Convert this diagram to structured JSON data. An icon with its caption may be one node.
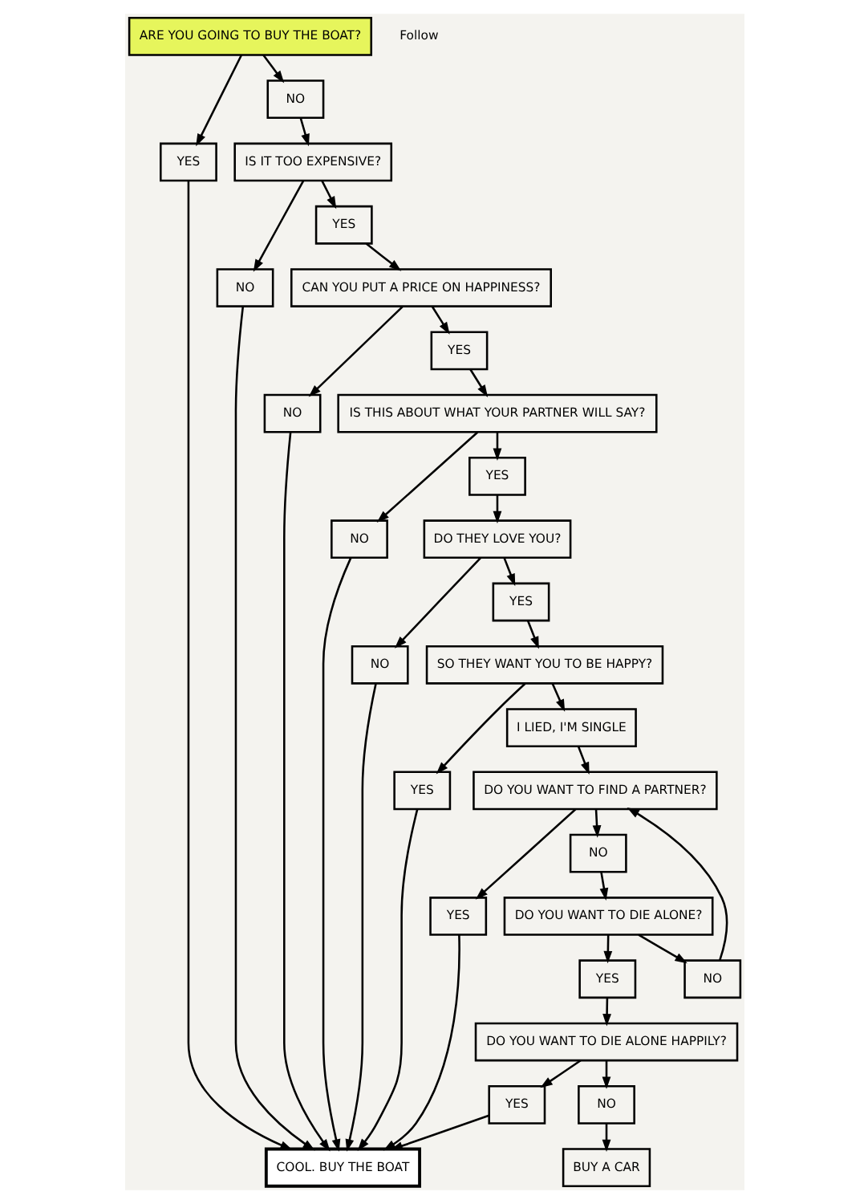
{
  "diagram": {
    "nodes": [
      {
        "text": [
          "ARE YOU GOING TO BUY THE BOAT?"
        ]
      },
      {
        "text": [
          "NO"
        ]
      },
      {
        "text": [
          "YES"
        ]
      },
      {
        "text": [
          "IS IT TOO EXPENSIVE?"
        ]
      },
      {
        "text": [
          "YES"
        ]
      },
      {
        "text": [
          "NO"
        ]
      },
      {
        "text": [
          "COOL. BUY THE BOAT"
        ]
      },
      {
        "text": [
          "CAN YOU PUT A PRICE ON HAPPINESS?"
        ]
      },
      {
        "text": [
          "YES"
        ]
      },
      {
        "text": [
          "NO"
        ]
      },
      {
        "text": [
          "IS THIS ABOUT WHAT YOUR PARTNER WILL SAY?"
        ]
      },
      {
        "text": [
          "YES"
        ]
      },
      {
        "text": [
          "NO"
        ]
      },
      {
        "text": [
          "DO THEY LOVE YOU?"
        ]
      },
      {
        "text": [
          "NO"
        ]
      },
      {
        "text": [
          "YES"
        ]
      },
      {
        "text": [
          "SO THEY WANT YOU TO BE HAPPY?"
        ]
      },
      {
        "text": [
          "YES"
        ]
      },
      {
        "text": [
          "I LIED, I'M SINGLE"
        ]
      },
      {
        "text": [
          "DO YOU WANT TO FIND A PARTNER?"
        ]
      },
      {
        "text": [
          "YES"
        ]
      },
      {
        "text": [
          "NO"
        ]
      },
      {
        "text": [
          "DO YOU WANT TO DIE ALONE?"
        ]
      },
      {
        "text": [
          "NO"
        ]
      },
      {
        "text": [
          "YES"
        ]
      },
      {
        "text": [
          "DO YOU WANT TO DIE ALONE HAPPILY?"
        ]
      },
      {
        "text": [
          "YES"
        ]
      },
      {
        "text": [
          "NO"
        ]
      },
      {
        "text": [
          "BUY A CAR"
        ]
      }
    ],
    "edges": [
      {
        "from": 0,
        "to": 1,
        "arrow": "to"
      },
      {
        "from": 0,
        "to": 2,
        "arrow": "to"
      },
      {
        "from": 1,
        "to": 3,
        "arrow": "to"
      },
      {
        "from": 2,
        "to": 6,
        "arrow": "to"
      },
      {
        "from": 3,
        "to": 4,
        "arrow": "to"
      },
      {
        "from": 3,
        "to": 5,
        "arrow": "to"
      },
      {
        "from": 5,
        "to": 6,
        "arrow": "to"
      },
      {
        "from": 4,
        "to": 7,
        "arrow": "to"
      },
      {
        "from": 7,
        "to": 8,
        "arrow": "to"
      },
      {
        "from": 7,
        "to": 9,
        "arrow": "to"
      },
      {
        "from": 9,
        "to": 6,
        "arrow": "to"
      },
      {
        "from": 8,
        "to": 10,
        "arrow": "to"
      },
      {
        "from": 10,
        "to": 11,
        "arrow": "to"
      },
      {
        "from": 10,
        "to": 12,
        "arrow": "to"
      },
      {
        "from": 12,
        "to": 6,
        "arrow": "to"
      },
      {
        "from": 11,
        "to": 13,
        "arrow": "to"
      },
      {
        "from": 13,
        "to": 14,
        "arrow": "to"
      },
      {
        "from": 14,
        "to": 6,
        "arrow": "to"
      },
      {
        "from": 13,
        "to": 15,
        "arrow": "to"
      },
      {
        "from": 15,
        "to": 16,
        "arrow": "to"
      },
      {
        "from": 16,
        "to": 17,
        "arrow": "to"
      },
      {
        "from": 17,
        "to": 6,
        "arrow": "to"
      },
      {
        "from": 16,
        "to": 18,
        "arrow": "to"
      },
      {
        "from": 18,
        "to": 19,
        "arrow": "to"
      },
      {
        "from": 19,
        "to": 20,
        "arrow": "to"
      },
      {
        "from": 20,
        "to": 6,
        "arrow": "to"
      },
      {
        "from": 19,
        "to": 21,
        "arrow": "to"
      },
      {
        "from": 21,
        "to": 22,
        "arrow": "to"
      },
      {
        "from": 22,
        "to": 23,
        "arrow": "to"
      },
      {
        "from": 23,
        "to": 19,
        "arrow": "to"
      },
      {
        "from": 22,
        "to": 24,
        "arrow": "to"
      },
      {
        "from": 24,
        "to": 25,
        "arrow": "to"
      },
      {
        "from": 25,
        "to": 26,
        "arrow": "to"
      },
      {
        "from": 26,
        "to": 6,
        "arrow": "to"
      },
      {
        "from": 25,
        "to": 27,
        "arrow": "to"
      },
      {
        "from": 27,
        "to": 28,
        "arrow": "to"
      }
    ],
    "labels": [
      "Follow"
    ]
  }
}
